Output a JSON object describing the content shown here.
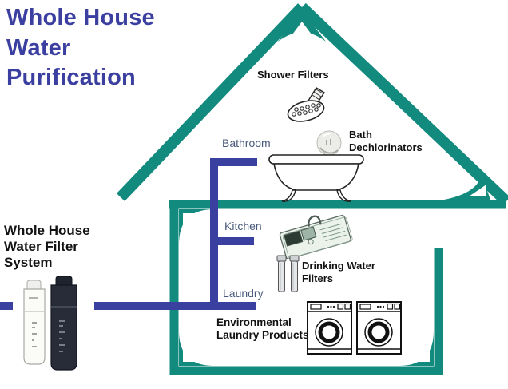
{
  "title": "Whole House Water Purification",
  "colors": {
    "teal": "#138a7e",
    "pipe": "#3a40a0",
    "title": "#3b3fa0",
    "room": "#4a5a7d"
  },
  "diagram": {
    "labels": {
      "shower_filters": "Shower Filters",
      "bathroom": "Bathroom",
      "bath_dechlorinators": "Bath Dechlorinators",
      "kitchen": "Kitchen",
      "drinking_water_filters": "Drinking Water Filters",
      "laundry": "Laundry",
      "environmental_laundry_products": "Environmental Laundry Products",
      "whole_house_filter_system": "Whole House Water Filter System"
    },
    "icons": {
      "showerhead": "showerhead-icon",
      "bath_ball": "bath-dechlorinator-ball-icon",
      "bathtub": "clawfoot-bathtub-icon",
      "kitchen_sink": "kitchen-sink-icon",
      "filter_cartridges": "drinking-water-filter-cartridges-icon",
      "washing_machines": "washing-machine-icon",
      "filter_tanks": "whole-house-filter-tanks-icon"
    }
  }
}
